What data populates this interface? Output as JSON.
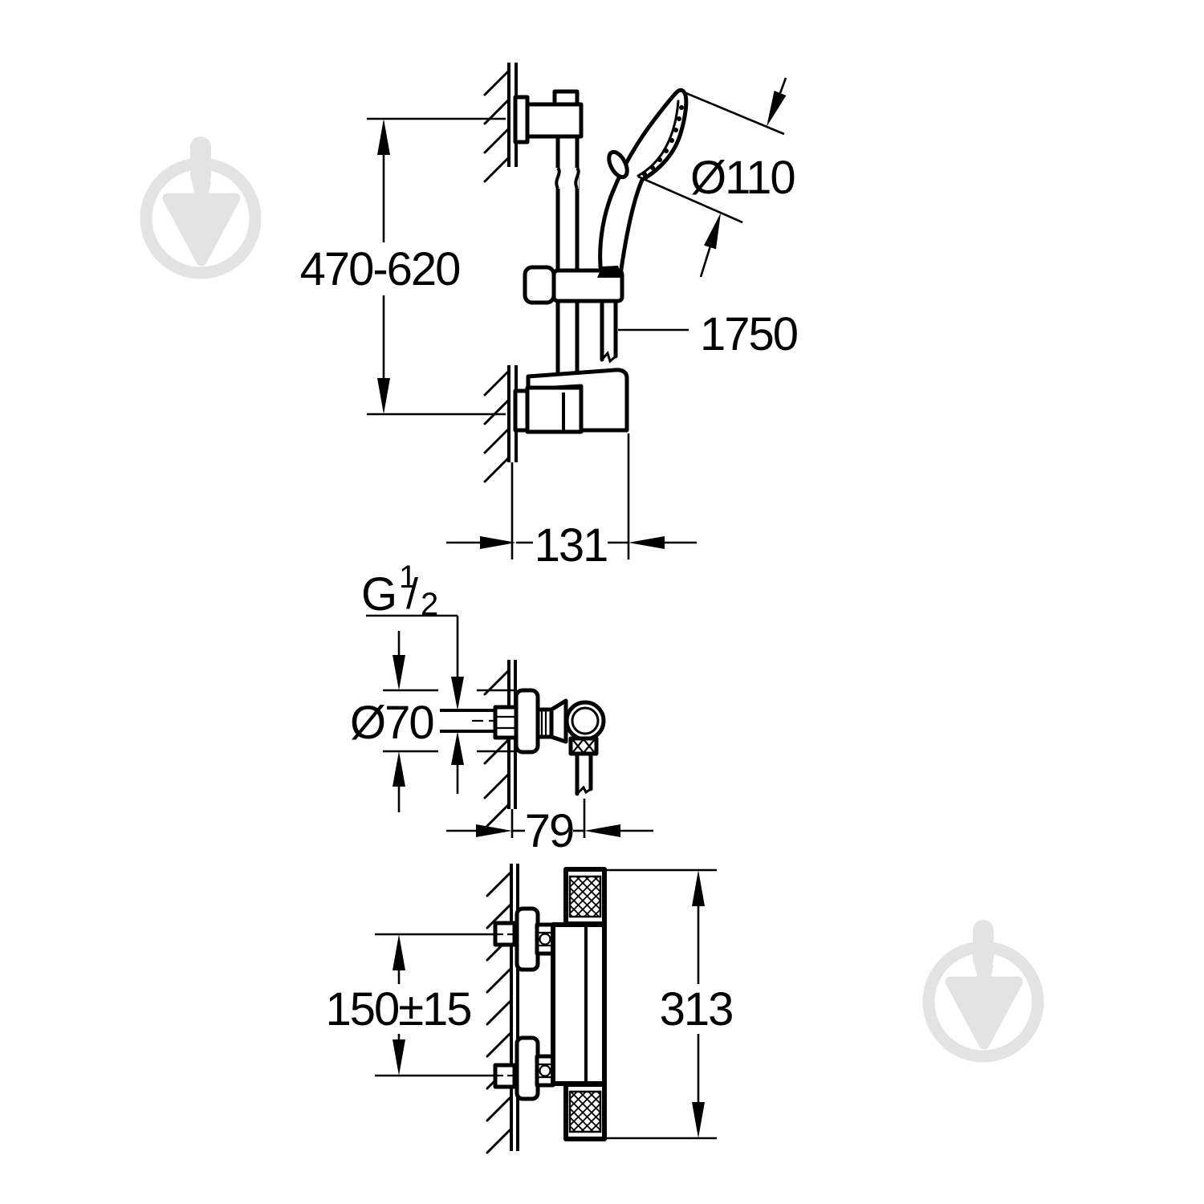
{
  "page": {
    "background": "#ffffff"
  },
  "drawing": {
    "ink_color": "#000000",
    "watermark_color": "#e3e3e3",
    "watermark_icon": "trowel-in-circle-icon",
    "views": {
      "shower_rail_side": {
        "labels": {
          "height_range": "470-620",
          "head_diameter": "Ø110",
          "hose_length": "1750",
          "wall_offset": "131"
        }
      },
      "valve_side": {
        "labels": {
          "thread_letter": "G",
          "thread_numerator": "1",
          "thread_slash": "/",
          "thread_denominator": "2",
          "escutcheon_diameter": "Ø70",
          "depth": "79"
        }
      },
      "valve_front": {
        "labels": {
          "connection_distance": "150±15",
          "total_height": "313"
        }
      }
    }
  }
}
